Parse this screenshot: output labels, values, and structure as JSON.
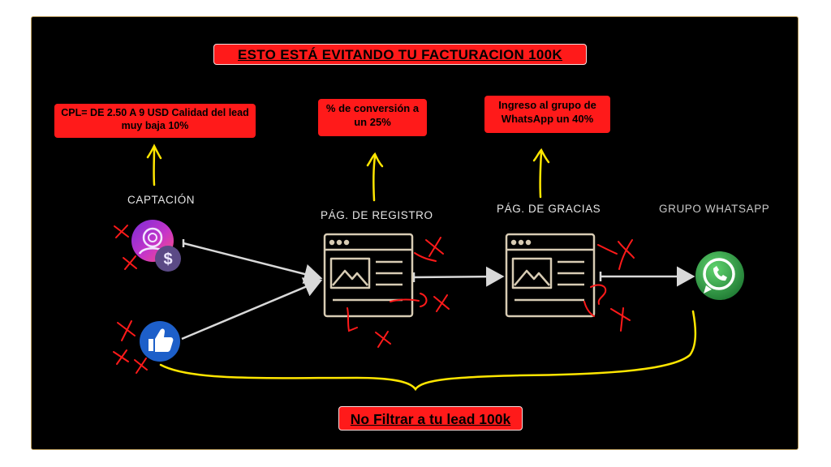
{
  "title": "ESTO ESTÁ EVITANDO TU FACTURACION 100K",
  "notes": {
    "captacion": "CPL= DE 2.50 A 9 USD Calidad del lead muy baja 10%",
    "registro": "% de conversión a un 25%",
    "gracias": "Ingreso al grupo de WhatsApp un 40%"
  },
  "stages": {
    "captacion": "CAPTACIÓN",
    "registro": "PÁG. DE REGISTRO",
    "gracias": "PÁG. DE GRACIAS",
    "whatsapp": "GRUPO WHATSAPP"
  },
  "bottom_note": "No Filtrar a tu lead 100k",
  "icons": {
    "instagram": "instagram-icon",
    "dollar": "dollar-icon",
    "facebook_like": "facebook-like-icon",
    "webpage": "webpage-icon",
    "whatsapp": "whatsapp-icon"
  },
  "colors": {
    "background": "#000000",
    "note_fill": "#ff1a1a",
    "arrow_yellow": "#ffe600",
    "mark_red": "#ff1a1a",
    "connector": "#d9d9d9",
    "page_icon": "#d8ccb4",
    "whatsapp_green": "#2e9e44",
    "facebook_blue": "#1d5fc9"
  }
}
